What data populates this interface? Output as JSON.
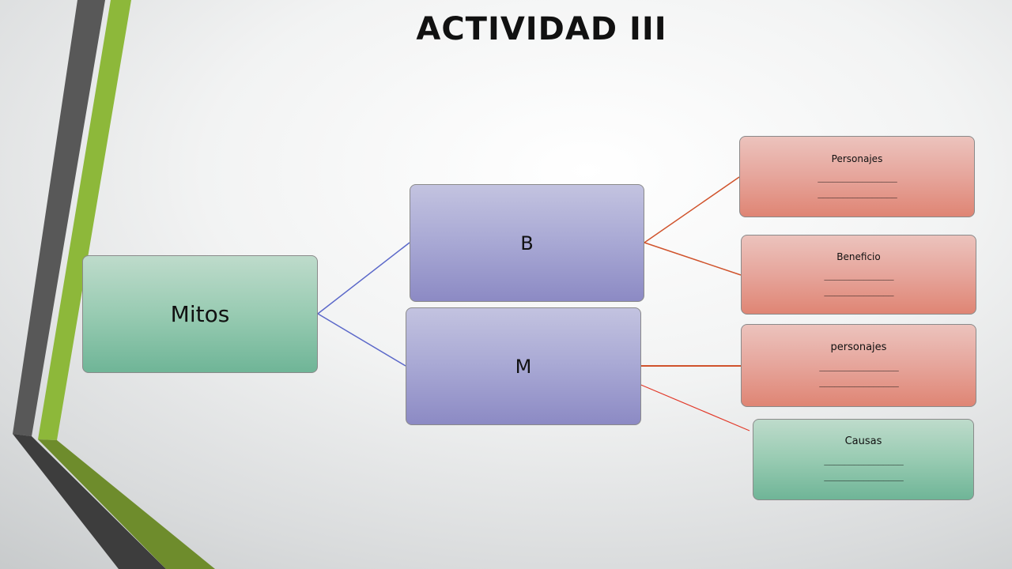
{
  "slide": {
    "title": "ACTIVIDAD III"
  },
  "diagram": {
    "root": {
      "label": "Mitos"
    },
    "branches": [
      {
        "label": "B"
      },
      {
        "label": "M"
      }
    ],
    "leaves": [
      {
        "heading": "Personajes",
        "lines": [
          "________________",
          "________________"
        ]
      },
      {
        "heading": "Beneficio",
        "lines": [
          "______________",
          "______________"
        ]
      },
      {
        "heading": "personajes",
        "lines": [
          "________________",
          "________________"
        ]
      },
      {
        "heading": "Causas",
        "lines": [
          "________________",
          "________________"
        ]
      }
    ]
  },
  "colors": {
    "root_fill": "#98cbb2",
    "branch_fill": "#a8a8d4",
    "leaf_fill": "#e6a59b",
    "root_connector": "#5b68c9",
    "leaf_connector": "#d0532c",
    "leaf_connector_alt": "#e23a2a",
    "accent_green": "#8db83a",
    "accent_gray": "#4d4d4d"
  }
}
